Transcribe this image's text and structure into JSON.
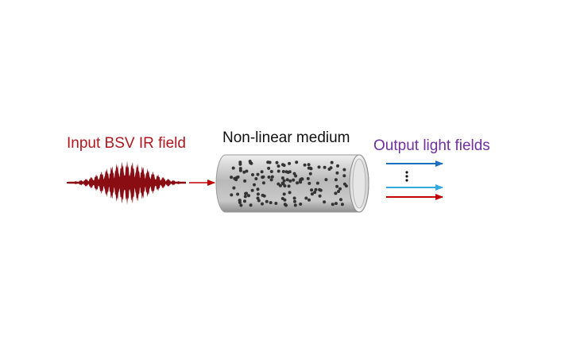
{
  "labels": {
    "input": "Input BSV IR field",
    "medium": "Non-linear medium",
    "output": "Output light fields"
  },
  "colors": {
    "input_text": "#b0171c",
    "medium_text": "#111111",
    "output_text": "#7030a0",
    "pulse": "#8b0d14",
    "arrow_red": "#c00000",
    "arrow_cyan": "#33aadd",
    "arrow_blue": "#1f6fbf",
    "dots": "#333333"
  },
  "icons": [
    "bsv-pulse-icon",
    "cylinder-medium-icon",
    "ellipsis-icon"
  ]
}
